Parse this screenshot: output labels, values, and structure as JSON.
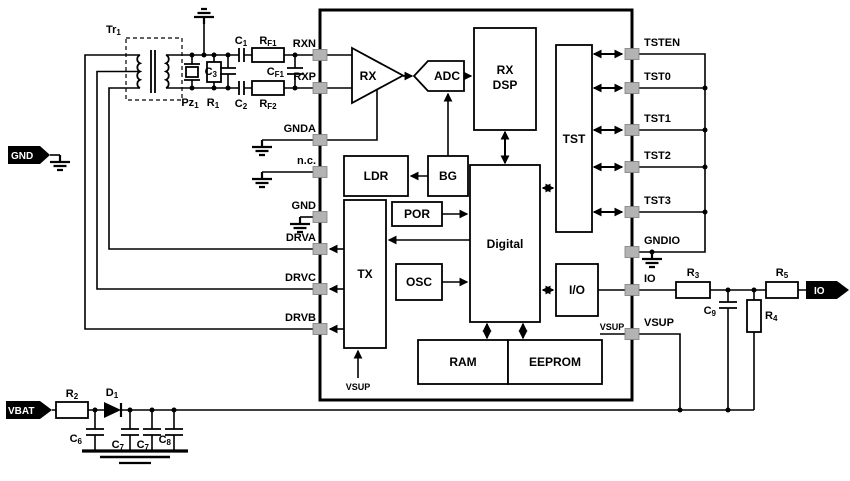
{
  "diagram": {
    "ic_blocks": {
      "rx": "RX",
      "adc": "ADC",
      "rx_dsp_l1": "RX",
      "rx_dsp_l2": "DSP",
      "tst": "TST",
      "ldr": "LDR",
      "bg": "BG",
      "por": "POR",
      "digital": "Digital",
      "tx": "TX",
      "osc": "OSC",
      "io": "I/O",
      "ram": "RAM",
      "eeprom": "EEPROM",
      "vsup_tx": "VSUP",
      "vsup_io": "VSUP"
    },
    "pins_left": [
      {
        "label": "RXN"
      },
      {
        "label": "RXP"
      },
      {
        "label": "GNDA"
      },
      {
        "label": "n.c."
      },
      {
        "label": "GND"
      },
      {
        "label": "DRVA"
      },
      {
        "label": "DRVC"
      },
      {
        "label": "DRVB"
      }
    ],
    "pins_right": [
      {
        "label": "TSTEN"
      },
      {
        "label": "TST0"
      },
      {
        "label": "TST1"
      },
      {
        "label": "TST2"
      },
      {
        "label": "TST3"
      },
      {
        "label": "GNDIO"
      },
      {
        "label": "IO"
      },
      {
        "label": "VSUP"
      }
    ],
    "tags": {
      "gnd": "GND",
      "vbat": "VBAT",
      "io": "IO"
    },
    "components": {
      "tr1": {
        "base": "Tr",
        "sub": "1"
      },
      "pz1": {
        "base": "Pz",
        "sub": "1"
      },
      "r1": {
        "base": "R",
        "sub": "1"
      },
      "c1": {
        "base": "C",
        "sub": "1"
      },
      "c2": {
        "base": "C",
        "sub": "2"
      },
      "c3": {
        "base": "C",
        "sub": "3"
      },
      "cf1": {
        "base": "C",
        "sub": "F1"
      },
      "rf1": {
        "base": "R",
        "sub": "F1"
      },
      "rf2": {
        "base": "R",
        "sub": "F2"
      },
      "r2": {
        "base": "R",
        "sub": "2"
      },
      "d1": {
        "base": "D",
        "sub": "1"
      },
      "c6": {
        "base": "C",
        "sub": "6"
      },
      "c7a": {
        "base": "C",
        "sub": "7"
      },
      "c7b": {
        "base": "C",
        "sub": "7"
      },
      "c8": {
        "base": "C",
        "sub": "8"
      },
      "r3": {
        "base": "R",
        "sub": "3"
      },
      "r4": {
        "base": "R",
        "sub": "4"
      },
      "r5": {
        "base": "R",
        "sub": "5"
      },
      "c9": {
        "base": "C",
        "sub": "9"
      }
    },
    "colors": {
      "wire": "#000000",
      "pin_fill": "#b3b3b3",
      "background": "#ffffff"
    }
  }
}
